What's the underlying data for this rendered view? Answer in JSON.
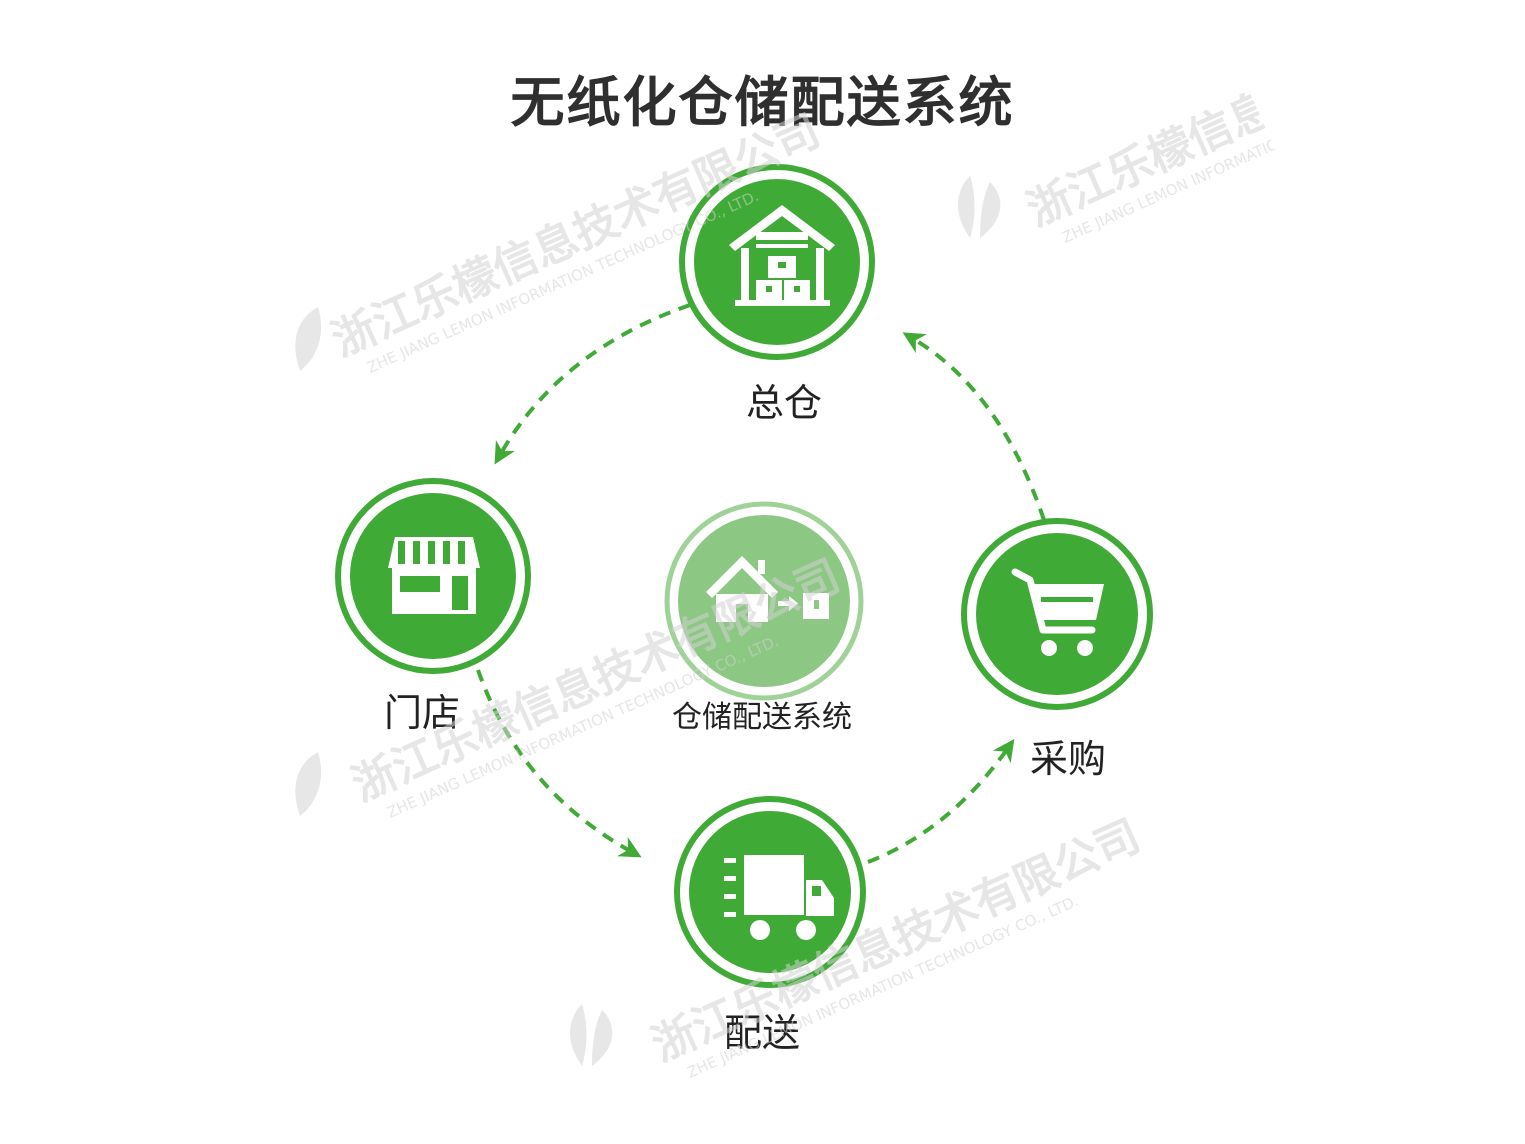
{
  "title": "无纸化仓储配送系统",
  "nodes": {
    "warehouse": {
      "label": "总仓",
      "icon": "warehouse-icon"
    },
    "store": {
      "label": "门店",
      "icon": "storefront-icon"
    },
    "delivery": {
      "label": "配送",
      "icon": "truck-icon"
    },
    "purchase": {
      "label": "采购",
      "icon": "shopping-cart-icon"
    },
    "center": {
      "label": "仓储配送系统",
      "icon": "house-to-box-icon"
    }
  },
  "cycle_order": [
    "总仓",
    "门店",
    "配送",
    "采购"
  ],
  "watermark": {
    "cn": "浙江乐檬信息技术有限公司",
    "en": "ZHE JIANG LEMON INFORMATION TECHNOLOGY CO., LTD."
  },
  "colors": {
    "green": "#3faa35",
    "ring": "#3faa35",
    "center_green": "#8cc883",
    "arrow": "#3faa35",
    "title": "#2f2f2f"
  }
}
